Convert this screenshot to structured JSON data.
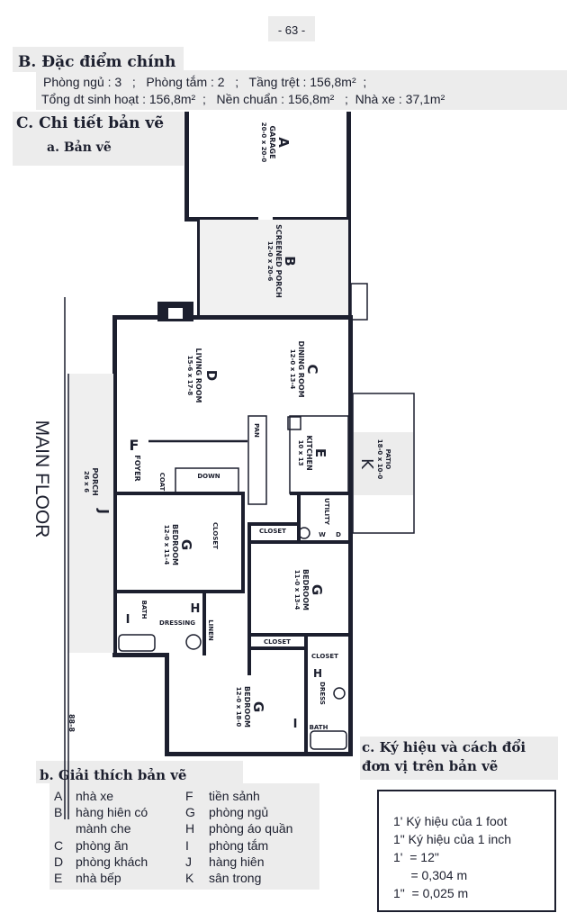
{
  "page_number": "- 63 -",
  "section_b": {
    "heading": "B. Đặc điểm chính",
    "line1": "Phòng ngủ : 3   ;   Phòng tắm : 2   ;   Tầng trệt : 156,8m²  ;",
    "line2": "Tổng dt sinh hoạt : 156,8m²  ;   Nền chuẩn : 156,8m²   ;  Nhà xe : 37,1m²"
  },
  "section_c": {
    "heading": "C. Chi tiết bản vẽ",
    "sub_a": "a. Bản vẽ",
    "sub_b": "b. Giải thích bản vẽ",
    "sub_c_line1": "c. Ký hiệu và cách đổi",
    "sub_c_line2": "đơn vị trên bản vẽ"
  },
  "floor_plan": {
    "title": "MAIN FLOOR",
    "side_dim": "88-8",
    "rooms": {
      "garage": {
        "letter": "A",
        "name": "GARAGE",
        "size": "20-0 x 20-0"
      },
      "porch_screened": {
        "letter": "B",
        "name": "SCREENED PORCH",
        "size": "12-0 x 20-6"
      },
      "dining": {
        "letter": "C",
        "name": "DINING ROOM",
        "size": "12-0 x 13-4"
      },
      "living": {
        "letter": "D",
        "name": "LIVING ROOM",
        "size": "15-6 x 17-8"
      },
      "kitchen": {
        "letter": "E",
        "name": "KITCHEN",
        "size": "10 x 13"
      },
      "foyer": {
        "letter": "F",
        "name": "FOYER"
      },
      "bedroom1": {
        "letter": "G",
        "name": "BEDROOM",
        "size": "12-0 x 11-4"
      },
      "bedroom2": {
        "letter": "G",
        "name": "BEDROOM",
        "size": "11-0 x 13-4"
      },
      "bedroom3": {
        "letter": "G",
        "name": "BEDROOM",
        "size": "12-0 x 18-0"
      },
      "porch": {
        "letter": "J",
        "name": "PORCH",
        "size": "26 x 6"
      },
      "patio": {
        "letter": "K",
        "name": "PATIO",
        "size": "18-0 x 10-0"
      }
    },
    "small_labels": {
      "pan": "PAN",
      "coat": "COAT",
      "down": "DOWN",
      "utility": "UTILITY",
      "closet": "CLOSET",
      "bath": "BATH",
      "dressing": "DRESSING",
      "dress": "DRESS",
      "linen": "LINEN",
      "h": "H",
      "i": "I",
      "w": "W",
      "d": "D"
    }
  },
  "legend": [
    {
      "key": "A",
      "text": "nhà xe"
    },
    {
      "key": "B",
      "text": "hàng hiên có"
    },
    {
      "key": "",
      "text": "mành che"
    },
    {
      "key": "C",
      "text": "phòng ăn"
    },
    {
      "key": "D",
      "text": "phòng khách"
    },
    {
      "key": "E",
      "text": "nhà bếp"
    },
    {
      "key": "F",
      "text": "tiền sảnh"
    },
    {
      "key": "G",
      "text": "phòng ngủ"
    },
    {
      "key": "H",
      "text": "phòng áo quần"
    },
    {
      "key": "I",
      "text": "phòng tắm"
    },
    {
      "key": "J",
      "text": "hàng hiên"
    },
    {
      "key": "K",
      "text": "sân trong"
    }
  ],
  "units_box": [
    "1' Ký hiệu của 1 foot",
    "1\" Ký hiệu của 1 inch",
    "1'  = 12\"",
    "     = 0,304 m",
    "1\"  = 0,025 m"
  ]
}
